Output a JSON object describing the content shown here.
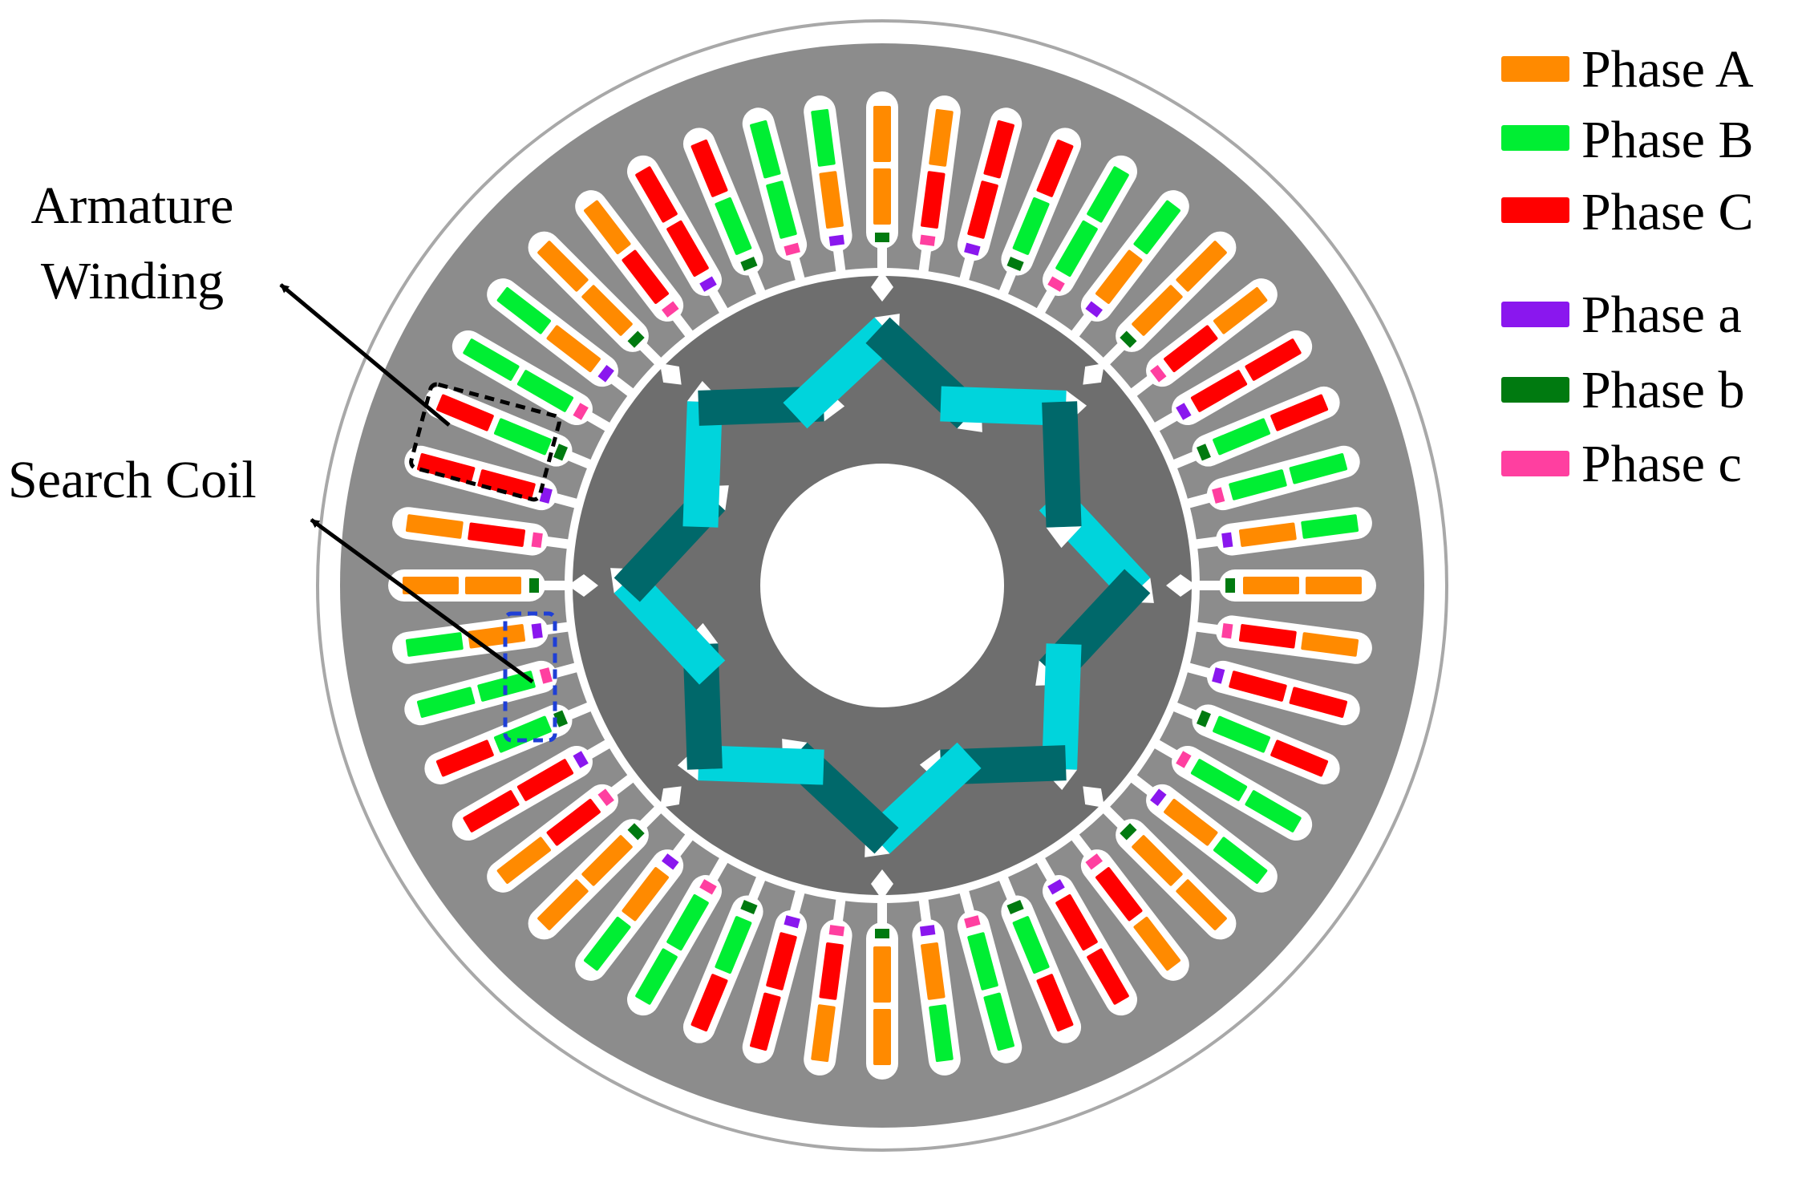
{
  "diagram": {
    "slot_count": 48,
    "rotor_pole_pairs": 8,
    "colors": {
      "frame": "#a8a8a8",
      "stator_core": "#8c8c8c",
      "rotor_core": "#6e6e6e",
      "slot_fill": "#ffffff",
      "magnet_light": "#00d4dc",
      "magnet_dark": "#00686a",
      "leader_line": "#000000",
      "armature_box": "#000000",
      "search_coil_box": "#1f3fd6"
    },
    "annotations": [
      {
        "id": "armature",
        "lines": [
          "Armature",
          "Winding"
        ]
      },
      {
        "id": "search",
        "lines": [
          "Search Coil"
        ]
      }
    ]
  },
  "legend": {
    "items": [
      {
        "label": "Phase A",
        "color": "#ff8a00"
      },
      {
        "label": "Phase B",
        "color": "#00ee33"
      },
      {
        "label": "Phase C",
        "color": "#ff0000"
      },
      {
        "label": "Phase a",
        "color": "#8a17ee"
      },
      {
        "label": "Phase b",
        "color": "#007a10"
      },
      {
        "label": "Phase c",
        "color": "#ff3fa0"
      }
    ]
  }
}
